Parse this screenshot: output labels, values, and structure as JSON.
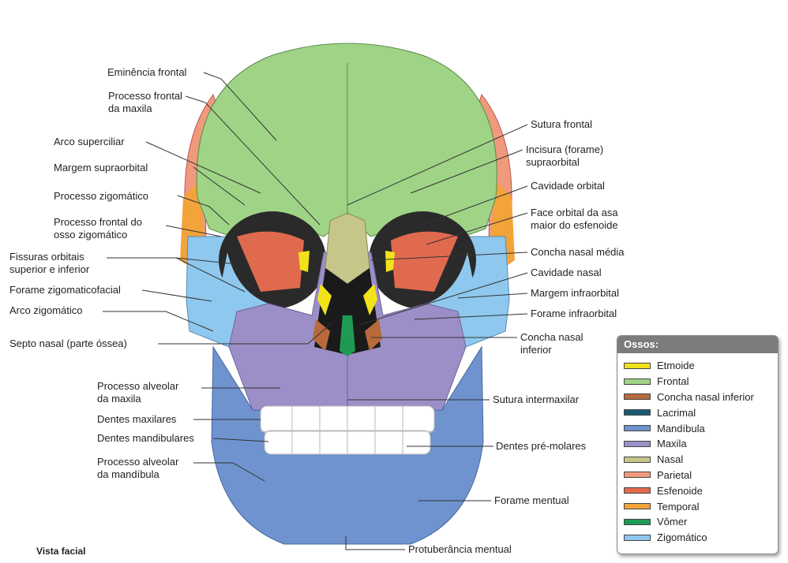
{
  "labels": {
    "eminencia_frontal": "Eminência frontal",
    "processo_frontal_maxila": "Processo frontal\nda maxila",
    "arco_superciliar": "Arco superciliar",
    "margem_supraorbital": "Margem supraorbital",
    "processo_zigomatico": "Processo zigomático",
    "processo_frontal_zigomatico": "Processo frontal do\nosso zigomático",
    "fissuras_orbitais": "Fissuras orbitais\nsuperior e inferior",
    "forame_zigomaticofacial": "Forame zigomaticofacial",
    "arco_zigomatico": "Arco zigomático",
    "septo_nasal": "Septo nasal (parte óssea)",
    "processo_alveolar_maxila": "Processo alveolar\nda maxila",
    "dentes_maxilares": "Dentes maxilares",
    "dentes_mandibulares": "Dentes mandibulares",
    "processo_alveolar_mandibula": "Processo alveolar\nda mandíbula",
    "sutura_frontal": "Sutura frontal",
    "incisura_supraorbital": "Incisura (forame)\nsupraorbital",
    "cavidade_orbital": "Cavidade orbital",
    "face_orbital": "Face orbital da asa\nmaior do esfenoide",
    "concha_nasal_media": "Concha nasal média",
    "cavidade_nasal": "Cavidade nasal",
    "margem_infraorbital": "Margem infraorbital",
    "forame_infraorbital": "Forame infraorbital",
    "concha_nasal_inferior": "Concha nasal\ninferior",
    "sutura_intermaxilar": "Sutura intermaxilar",
    "dentes_pre_molares": "Dentes pré-molares",
    "forame_mentual": "Forame mentual",
    "protuberancia_mentual": "Protuberância mentual"
  },
  "caption": "Vista facial",
  "legend": {
    "title": "Ossos:",
    "items": [
      {
        "label": "Etmoide",
        "color": "#f2e21a"
      },
      {
        "label": "Frontal",
        "color": "#9fd487"
      },
      {
        "label": "Concha nasal inferior",
        "color": "#b86a3c"
      },
      {
        "label": "Lacrimal",
        "color": "#1b5a73"
      },
      {
        "label": "Mandíbula",
        "color": "#6f93cf"
      },
      {
        "label": "Maxila",
        "color": "#9c8fc7"
      },
      {
        "label": "Nasal",
        "color": "#c6c68a"
      },
      {
        "label": "Parietal",
        "color": "#f09a7d"
      },
      {
        "label": "Esfenoide",
        "color": "#e06a4e"
      },
      {
        "label": "Temporal",
        "color": "#f2a33a"
      },
      {
        "label": "Vômer",
        "color": "#1f9a55"
      },
      {
        "label": "Zigomático",
        "color": "#8fc8ee"
      }
    ]
  }
}
